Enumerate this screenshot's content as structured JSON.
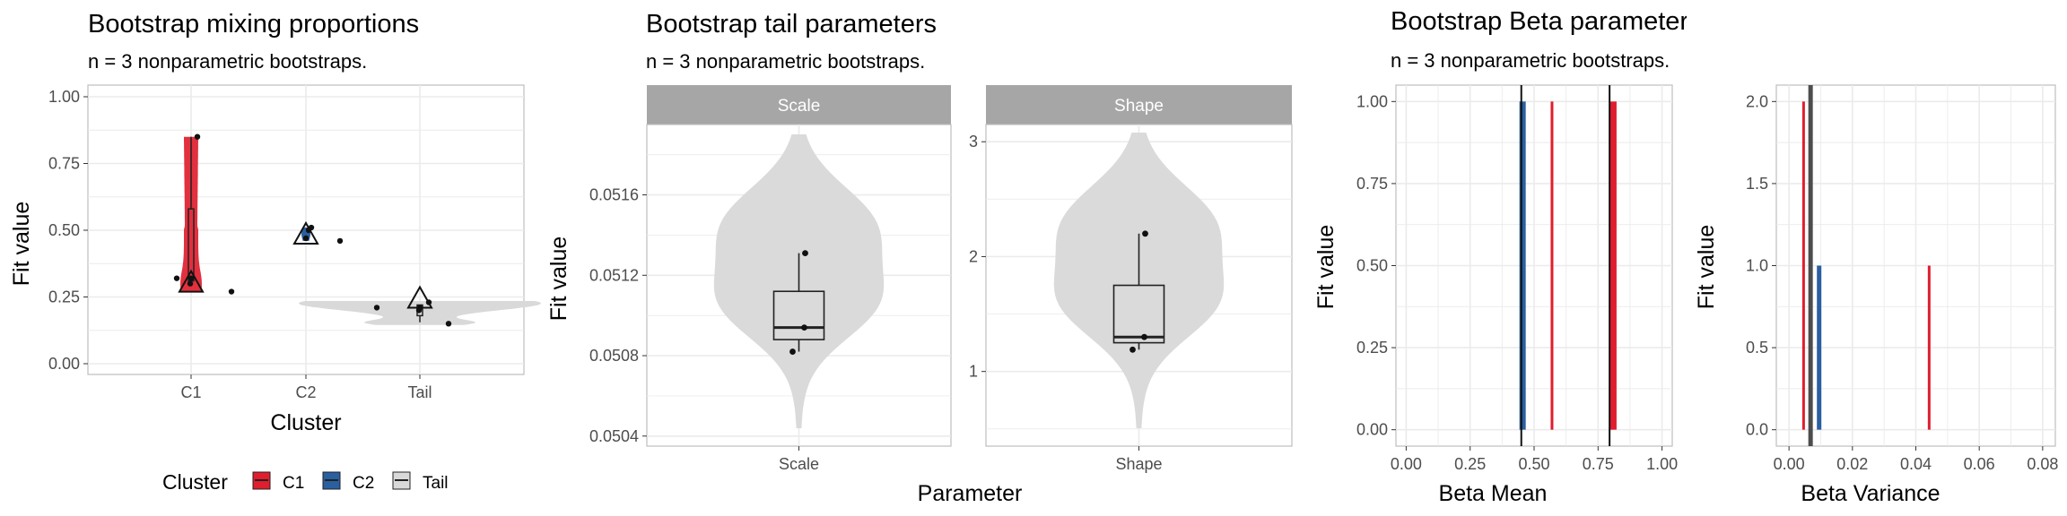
{
  "colors": {
    "C1": "#E01E2E",
    "C2": "#2A5FA0",
    "Tail": "#D9D9D9",
    "strip": "#A6A6A6",
    "grid": "#EBEBEB",
    "axis_text": "#4D4D4D"
  },
  "panel1": {
    "title": "Bootstrap mixing proportions",
    "subtitle": "n = 3 nonparametric bootstraps.",
    "xlabel": "Cluster",
    "ylabel": "Fit value",
    "legend": {
      "title": "Cluster",
      "items": [
        "C1",
        "C2",
        "Tail"
      ]
    },
    "chart_data": {
      "type": "violin",
      "categories": [
        "C1",
        "C2",
        "Tail"
      ],
      "ylim": [
        0,
        1
      ],
      "yticks": [
        "0.00",
        "0.25",
        "0.50",
        "0.75",
        "1.00"
      ],
      "points": {
        "C1": [
          0.32,
          0.3,
          0.85
        ],
        "C2": [
          0.47,
          0.5,
          0.51
        ],
        "Tail": [
          0.21,
          0.2,
          0.15
        ]
      },
      "jittered_points": {
        "C1": [
          0.32,
          0.27
        ],
        "C2": [
          0.46
        ],
        "Tail": [
          0.21,
          0.15
        ]
      },
      "point_estimate": {
        "C1": 0.3,
        "C2": 0.48,
        "Tail": 0.24
      }
    }
  },
  "panel2": {
    "title": "Bootstrap tail parameters",
    "subtitle": "n = 3 nonparametric bootstraps.",
    "xlabel": "Parameter",
    "ylabel": "Fit value",
    "facets": [
      {
        "strip": "Scale",
        "tick": "Scale",
        "yticks": [
          "0.0504",
          "0.0508",
          "0.0512",
          "0.0516"
        ],
        "ylim": [
          0.05035,
          0.05195
        ],
        "points": [
          0.05131,
          0.05094,
          0.05082
        ],
        "box": {
          "q1": 0.05088,
          "median": 0.05094,
          "q3": 0.05112,
          "lo": 0.05082,
          "hi": 0.05131
        }
      },
      {
        "strip": "Shape",
        "tick": "Shape",
        "yticks": [
          "1",
          "2",
          "3"
        ],
        "ylim": [
          0.35,
          3.15
        ],
        "points": [
          2.2,
          1.3,
          1.19
        ],
        "box": {
          "q1": 1.25,
          "median": 1.3,
          "q3": 1.75,
          "lo": 1.19,
          "hi": 2.2
        }
      }
    ]
  },
  "panel3": {
    "title": "Bootstrap Beta parameters",
    "subtitle": "n = 3 nonparametric bootstraps.",
    "left": {
      "xlabel": "Beta Mean",
      "ylabel": "Fit value",
      "xticks": [
        "0.00",
        "0.25",
        "0.50",
        "0.75",
        "1.00"
      ],
      "xlim": [
        -0.04,
        1.04
      ],
      "yticks": [
        "0.00",
        "0.25",
        "0.50",
        "0.75",
        "1.00"
      ],
      "ylim": [
        -0.05,
        1.05
      ],
      "bars": [
        {
          "cluster": "C2",
          "x": 0.455,
          "height": 1
        },
        {
          "cluster": "C1",
          "x": 0.57,
          "height": 1
        },
        {
          "cluster": "C1",
          "x": 0.81,
          "height": 1
        }
      ],
      "reference_lines": [
        0.45,
        0.795
      ]
    },
    "right": {
      "xlabel": "Beta Variance",
      "ylabel": "Fit value",
      "xticks": [
        "0.00",
        "0.02",
        "0.04",
        "0.06",
        "0.08"
      ],
      "xlim": [
        -0.004,
        0.084
      ],
      "yticks": [
        "0.0",
        "0.5",
        "1.0",
        "1.5",
        "2.0"
      ],
      "ylim": [
        -0.1,
        2.1
      ],
      "bars": [
        {
          "cluster": "C1",
          "x": 0.0046,
          "height": 2
        },
        {
          "cluster": "C2",
          "x": 0.0095,
          "height": 1
        },
        {
          "cluster": "C1",
          "x": 0.0442,
          "height": 1
        }
      ],
      "reference_lines": [
        0.0068
      ]
    }
  }
}
